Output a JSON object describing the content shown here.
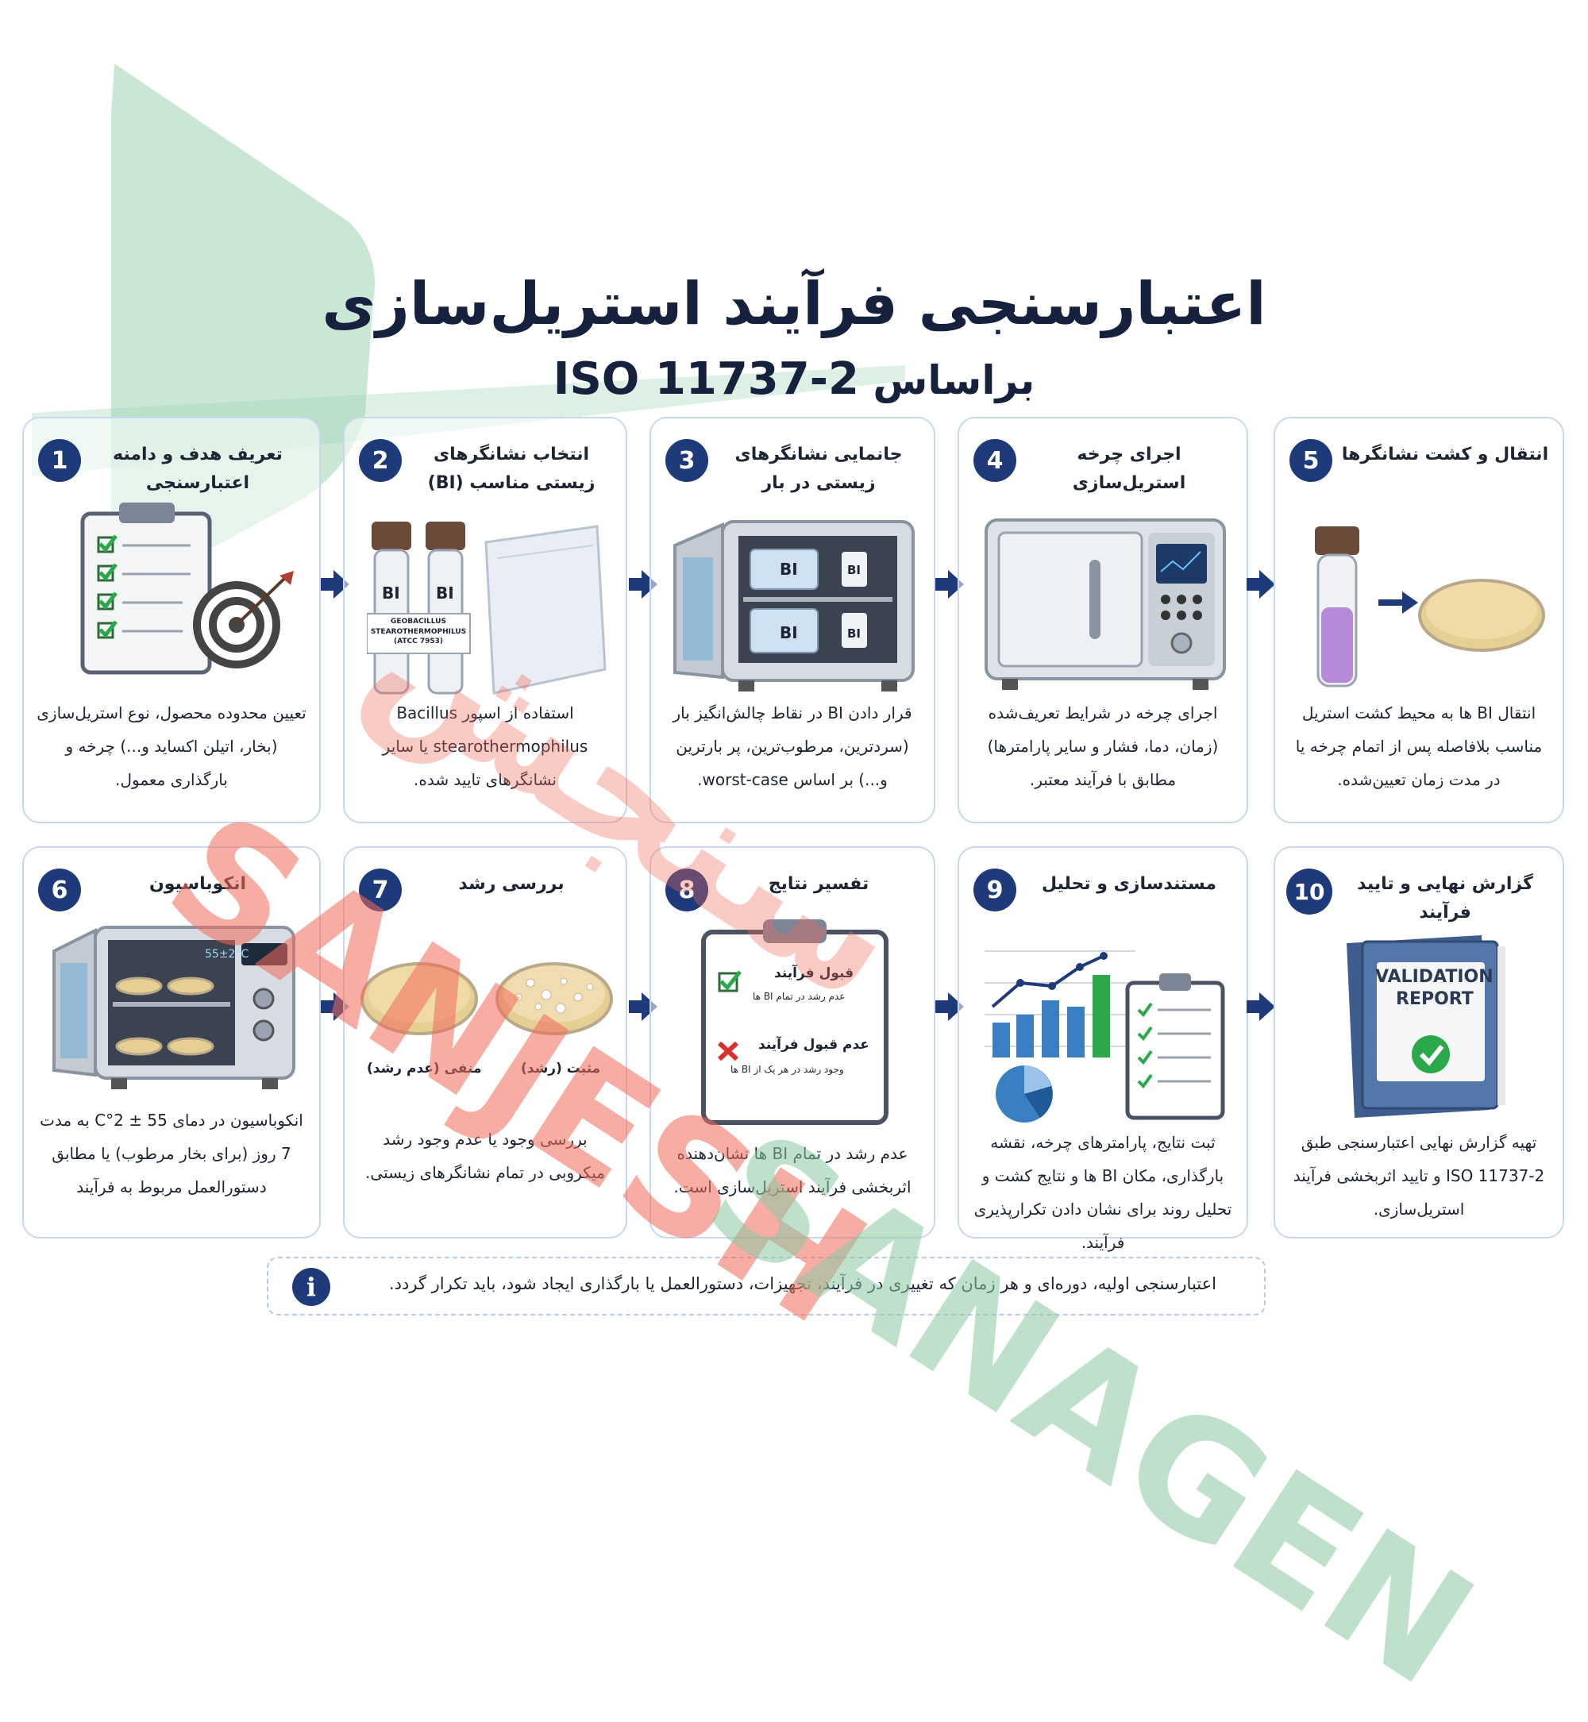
{
  "header": {
    "title": "اعتبارسنجی فرآیند استریل‌سازی",
    "subtitle_prefix": "براساس",
    "subtitle_standard": "ISO 11737-2"
  },
  "steps": [
    {
      "number": "1",
      "title": "تعریف هدف و دامنه اعتبارسنجی",
      "desc": "تعیین محدوده محصول، نوع استریل‌سازی (بخار، اتیلن اکساید و...) چرخه و بارگذاری معمول."
    },
    {
      "number": "2",
      "title": "انتخاب نشانگرهای زیستی مناسب (BI)",
      "desc": "استفاده از اسپور Bacillus stearothermophilus یا سایر نشانگرهای تایید شده.",
      "labels": {
        "bi_a": "BI",
        "bi_b": "BI",
        "strain": "GEOBACILLUS STEAROTHERMOPHILUS (ATCC 7953)"
      }
    },
    {
      "number": "3",
      "title": "جانمایی نشانگرهای زیستی در بار",
      "desc": "قرار دادن BI در نقاط چالش‌انگیز بار (سردترین، مرطوب‌ترین، پر بارترین و...) بر اساس worst-case.",
      "labels": {
        "bi_1": "BI",
        "bi_2": "BI",
        "bi_3": "BI",
        "bi_4": "BI"
      }
    },
    {
      "number": "4",
      "title": "اجرای چرخه استریل‌سازی",
      "desc": "اجرای چرخه در شرایط تعریف‌شده (زمان، دما، فشار و سایر پارامترها) مطابق با فرآیند معتبر."
    },
    {
      "number": "5",
      "title": "انتقال و کشت نشانگرها",
      "desc": "انتقال BI ها به محیط کشت استریل مناسب بلافاصله پس از اتمام چرخه یا در مدت زمان تعیین‌شده."
    },
    {
      "number": "6",
      "title": "انکوباسیون",
      "desc": "انکوباسیون در دمای 55 ± 2°C به مدت 7 روز (برای بخار مرطوب) یا مطابق دستورالعمل مربوط به فرآیند",
      "labels": {
        "display": "55±2°C"
      }
    },
    {
      "number": "7",
      "title": "بررسی رشد",
      "desc": "بررسی وجود یا عدم وجود رشد میکروبی در تمام نشانگرهای زیستی.",
      "labels": {
        "negative": "منفی (عدم رشد)",
        "positive": "مثبت (رشد)"
      }
    },
    {
      "number": "8",
      "title": "تفسیر نتایج",
      "desc": "عدم رشد در تمام BI ها نشان‌دهنده اثربخشی فرآیند استریل‌سازی است.",
      "labels": {
        "accept": "قبول فرآیند",
        "accept_sub": "عدم رشد در تمام BI ها",
        "reject": "عدم قبول فرآیند",
        "reject_sub": "وجود رشد در هر یک از BI ها"
      }
    },
    {
      "number": "9",
      "title": "مستندسازی و تحلیل",
      "desc": "ثبت نتایج، پارامترهای چرخه، نقشه بارگذاری، مکان BI ها و نتایج کشت و تحلیل روند برای نشان دادن تکرارپذیری فرآیند."
    },
    {
      "number": "10",
      "title": "گزارش نهایی و تایید فرآیند",
      "desc": "تهیه گزارش نهایی اعتبارسنجی طبق ISO 11737-2 و تایید اثربخشی فرآیند استریل‌سازی.",
      "labels": {
        "report_1": "VALIDATION",
        "report_2": "REPORT"
      }
    }
  ],
  "footer": {
    "note": "اعتبارسنجی اولیه، دوره‌ای و هر زمان که تغییری در فرآیند، تجهیزات، دستورالعمل یا بارگذاری ایجاد شود، باید تکرار گردد.",
    "icon": "info-icon",
    "icon_glyph": "i"
  },
  "watermark": {
    "text_red": "SANJESH",
    "text_green": "SANAGEN",
    "text_arabic": "سنجش"
  },
  "colors": {
    "accent": "#1f3a7a",
    "card_border": "#c9d8ec",
    "watermark_green": "#8cc9a4",
    "watermark_red": "#f26b5b",
    "check_green": "#2aa84a",
    "cross_red": "#d9322e"
  }
}
